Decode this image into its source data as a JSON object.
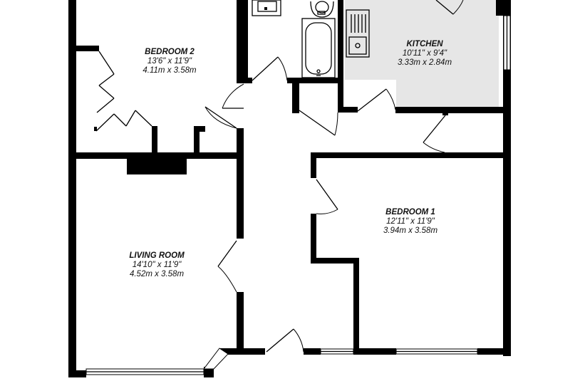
{
  "floorplan": {
    "colors": {
      "wall": "#000000",
      "kitchen_worktop": "#e6e6e6",
      "background": "#ffffff"
    },
    "rooms": {
      "bedroom2": {
        "name": "BEDROOM 2",
        "imperial": "13'6\"  x 11'9\"",
        "metric": "4.11m  x 3.58m"
      },
      "kitchen": {
        "name": "KITCHEN",
        "imperial": "10'11\"  x 9'4\"",
        "metric": "3.33m  x 2.84m"
      },
      "bedroom1": {
        "name": "BEDROOM 1",
        "imperial": "12'11\"  x 11'9\"",
        "metric": "3.94m  x 3.58m"
      },
      "living": {
        "name": "LIVING ROOM",
        "imperial": "14'10\"  x 11'9\"",
        "metric": "4.52m  x 3.58m"
      }
    },
    "fixtures": [
      "washbasin-icon",
      "toilet-icon",
      "bathtub-icon",
      "kitchen-sink-icon"
    ]
  }
}
